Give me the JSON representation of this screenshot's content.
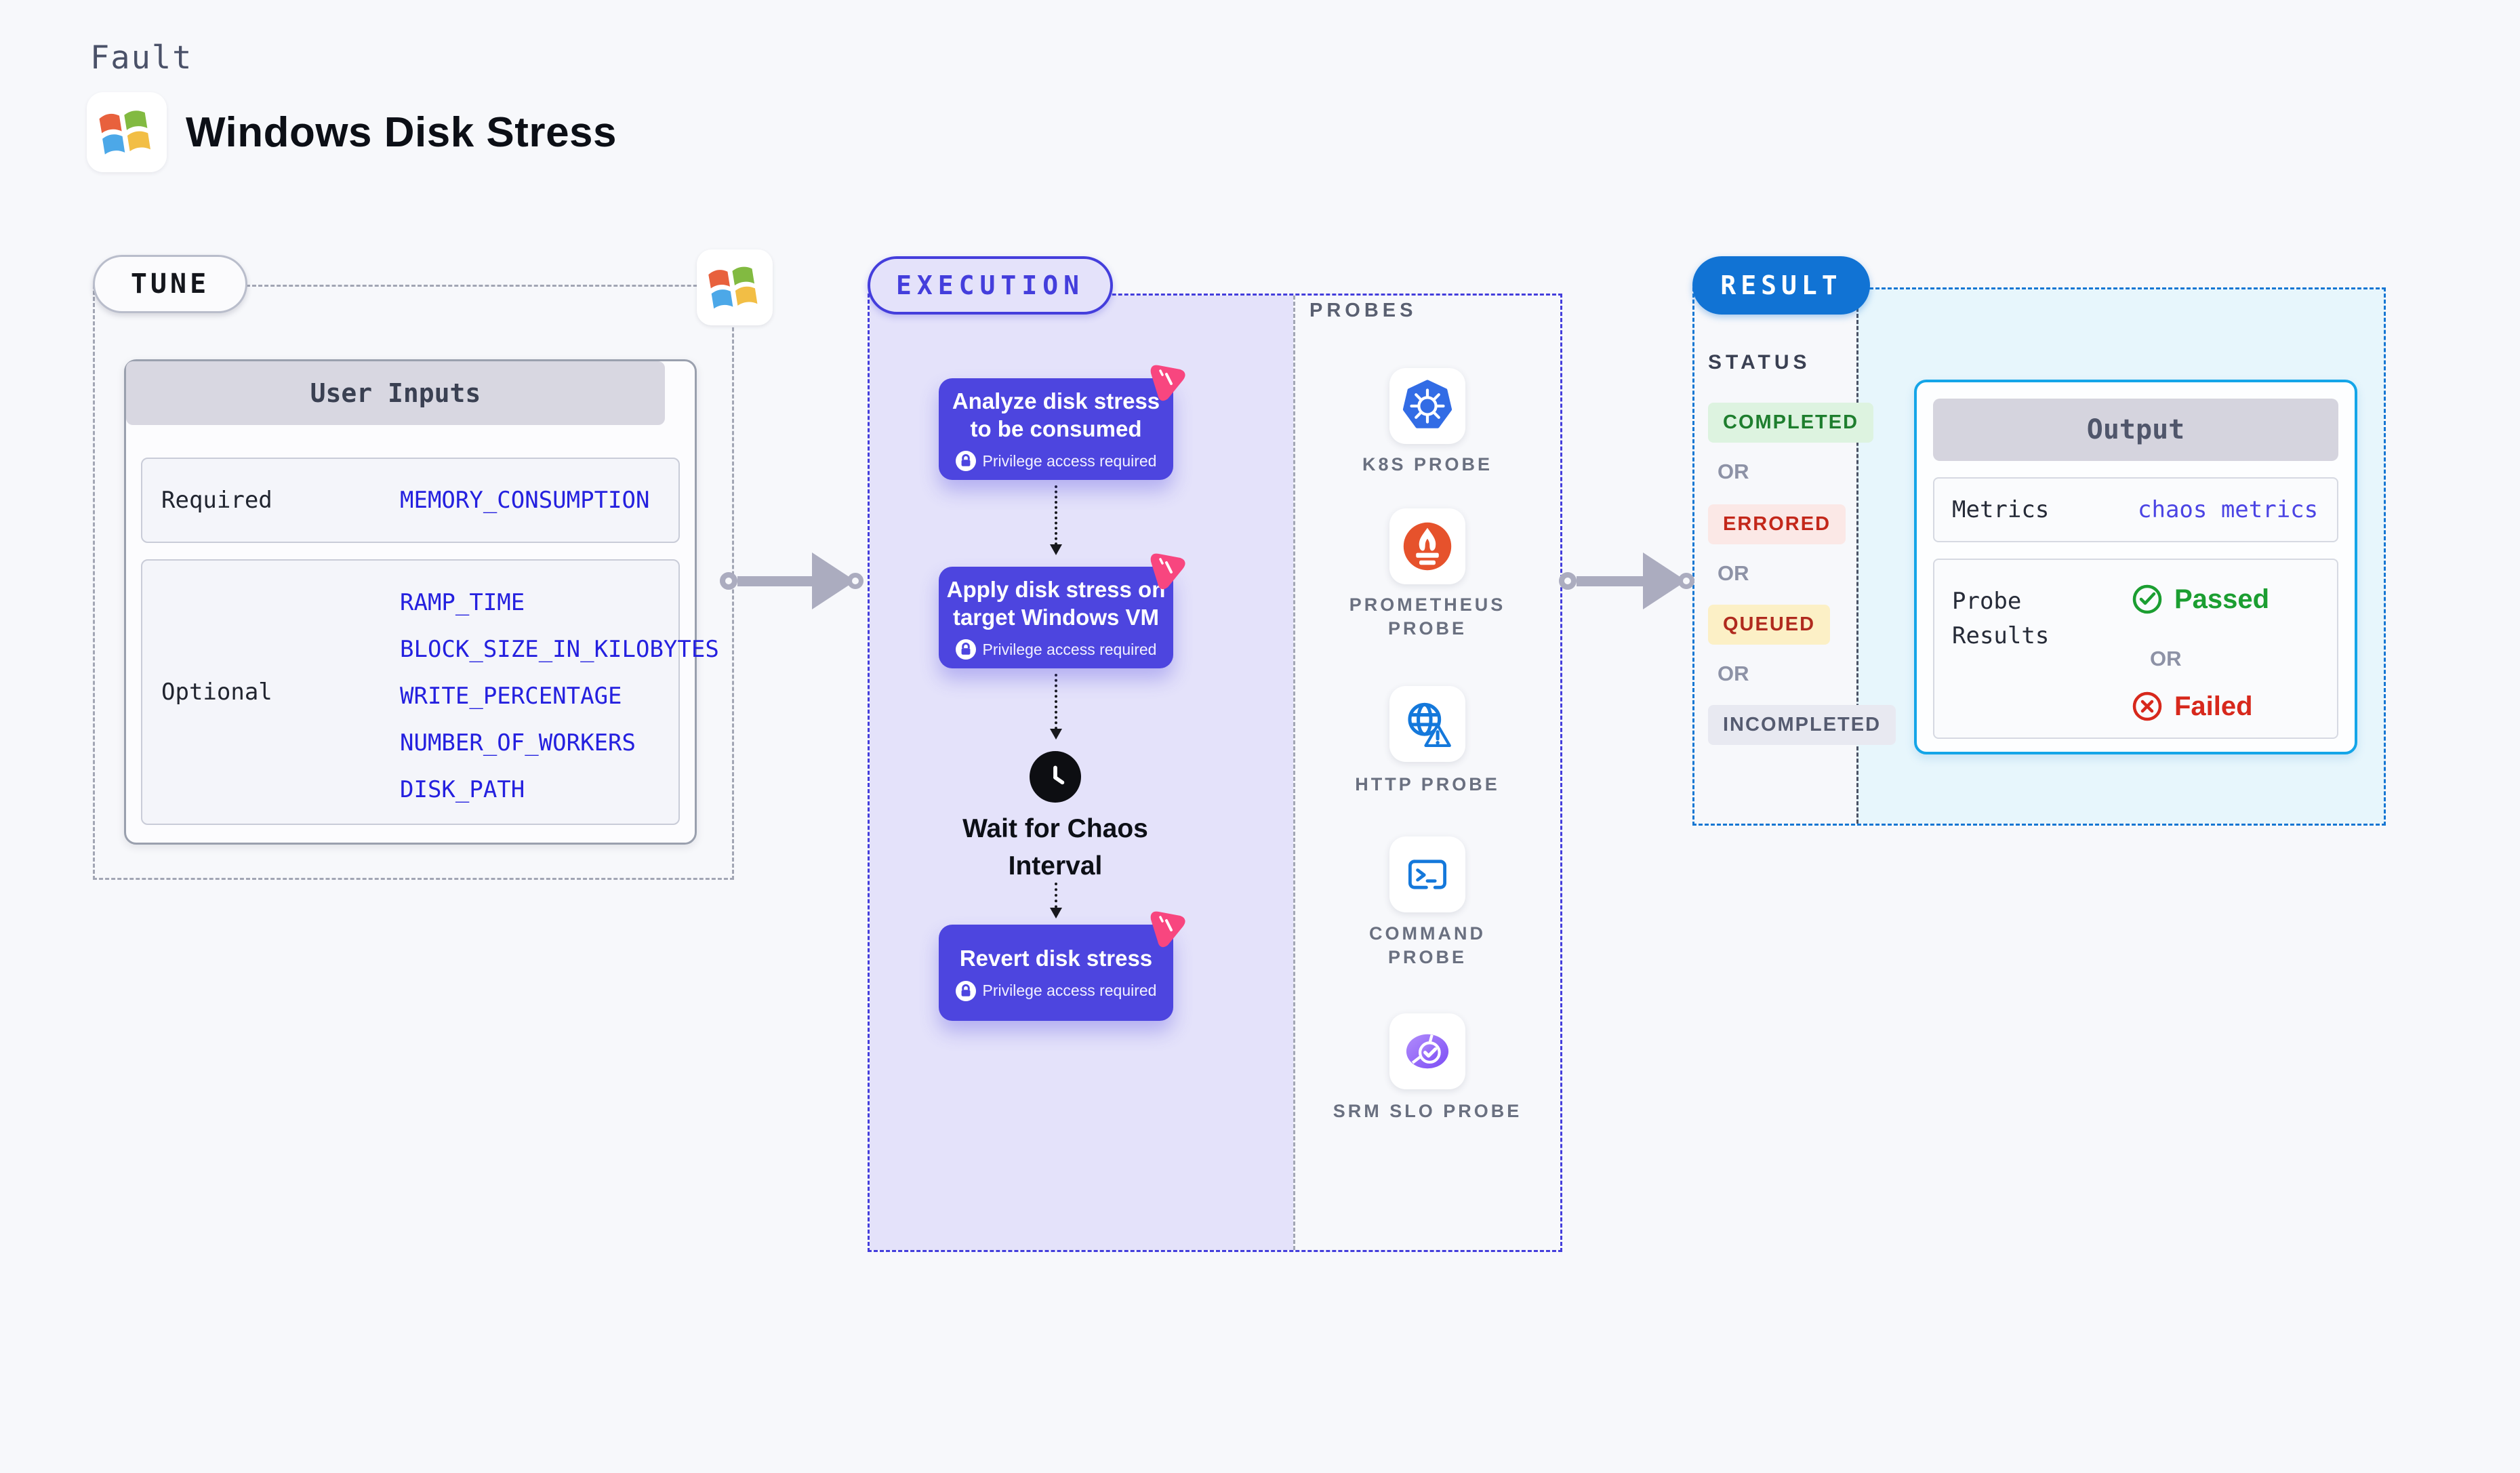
{
  "header": {
    "category": "Fault",
    "title": "Windows Disk Stress"
  },
  "tune": {
    "label": "TUNE",
    "inputs_title": "User Inputs",
    "required_label": "Required",
    "required_value": "MEMORY_CONSUMPTION",
    "optional_label": "Optional",
    "optional_values": [
      "RAMP_TIME",
      "BLOCK_SIZE_IN_KILOBYTES",
      "WRITE_PERCENTAGE",
      "NUMBER_OF_WORKERS",
      "DISK_PATH"
    ]
  },
  "execution": {
    "label": "EXECUTION",
    "steps": [
      {
        "lines": [
          "Analyze disk stress",
          "to be consumed"
        ],
        "badge": "Privilege access required"
      },
      {
        "lines": [
          "Apply disk stress on",
          "target Windows VM"
        ],
        "badge": "Privilege access required"
      },
      {
        "lines": [
          "Revert disk stress",
          ""
        ],
        "badge": "Privilege access required"
      }
    ],
    "wait_lines": [
      "Wait for Chaos",
      "Interval"
    ],
    "probes_label": "PROBES",
    "probes": [
      {
        "name": "K8S PROBE",
        "icon": "kubernetes-icon"
      },
      {
        "name": "PROMETHEUS PROBE",
        "icon": "prometheus-icon"
      },
      {
        "name": "HTTP PROBE",
        "icon": "globe-warning-icon"
      },
      {
        "name": "COMMAND PROBE",
        "icon": "terminal-icon"
      },
      {
        "name": "SRM SLO PROBE",
        "icon": "slo-pie-icon"
      }
    ]
  },
  "result": {
    "label": "RESULT",
    "status_label": "STATUS",
    "or_label": "OR",
    "statuses": [
      {
        "text": "COMPLETED",
        "fg": "#1E7E2E",
        "bg": "#DDF3E0"
      },
      {
        "text": "ERRORED",
        "fg": "#C3271A",
        "bg": "#FBE8E6"
      },
      {
        "text": "QUEUED",
        "fg": "#B02A1E",
        "bg": "#FCF0C6"
      },
      {
        "text": "INCOMPLETED",
        "fg": "#555B70",
        "bg": "#E8E9F1"
      }
    ],
    "output": {
      "title": "Output",
      "metrics_label": "Metrics",
      "metrics_value": "chaos metrics",
      "probe_results_label": "Probe Results",
      "passed_label": "Passed",
      "failed_label": "Failed"
    }
  },
  "colors": {
    "page_bg": "#F7F8FB",
    "step_indigo": "#4D45DF",
    "execution_border": "#443EDC",
    "execution_bg": "#E4E2FA",
    "tune_border": "#A2A6B4",
    "result_border": "#1577D3",
    "result_bg": "#E7F6FC",
    "output_border": "#14A5E8",
    "value_blue": "#2420DF",
    "metrics_violet": "#4B44E4",
    "passed_green": "#1B9E31",
    "failed_red": "#D7281C",
    "arrow_gray": "#ABACBF",
    "chaos_pink": "#F8467F",
    "kubernetes_blue": "#326CE5",
    "prometheus_orange": "#E6522C",
    "http_blue": "#1478DB"
  }
}
